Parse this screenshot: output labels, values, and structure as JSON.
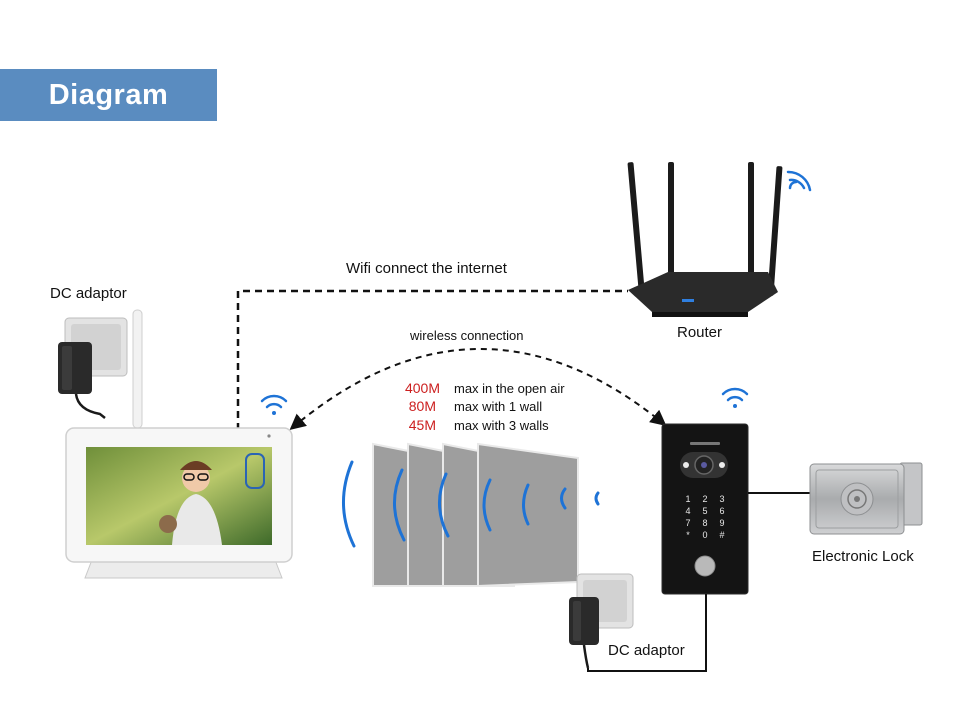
{
  "banner": {
    "title": "Diagram"
  },
  "labels": {
    "wifi_internet": "Wifi connect the internet",
    "router": "Router",
    "wireless_connection": "wireless connection",
    "dc_adaptor_monitor": "DC adaptor",
    "dc_adaptor_doorbell": "DC adaptor",
    "electronic_lock": "Electronic Lock"
  },
  "specs": [
    {
      "value": "400M",
      "text": "max in the open air"
    },
    {
      "value": "80M",
      "text": "max with 1 wall"
    },
    {
      "value": "45M",
      "text": "max with 3 walls"
    }
  ],
  "keypad": [
    "1",
    "2",
    "3",
    "4",
    "5",
    "6",
    "7",
    "8",
    "9",
    "*",
    "0",
    "#"
  ],
  "colors": {
    "banner": "#5a8cc0",
    "signal": "#1e73d6",
    "spec_value": "#cc1f1f"
  },
  "icons": [
    "wifi-icon",
    "router-icon",
    "monitor-icon",
    "doorbell-icon",
    "lock-icon",
    "power-adapter-icon"
  ]
}
